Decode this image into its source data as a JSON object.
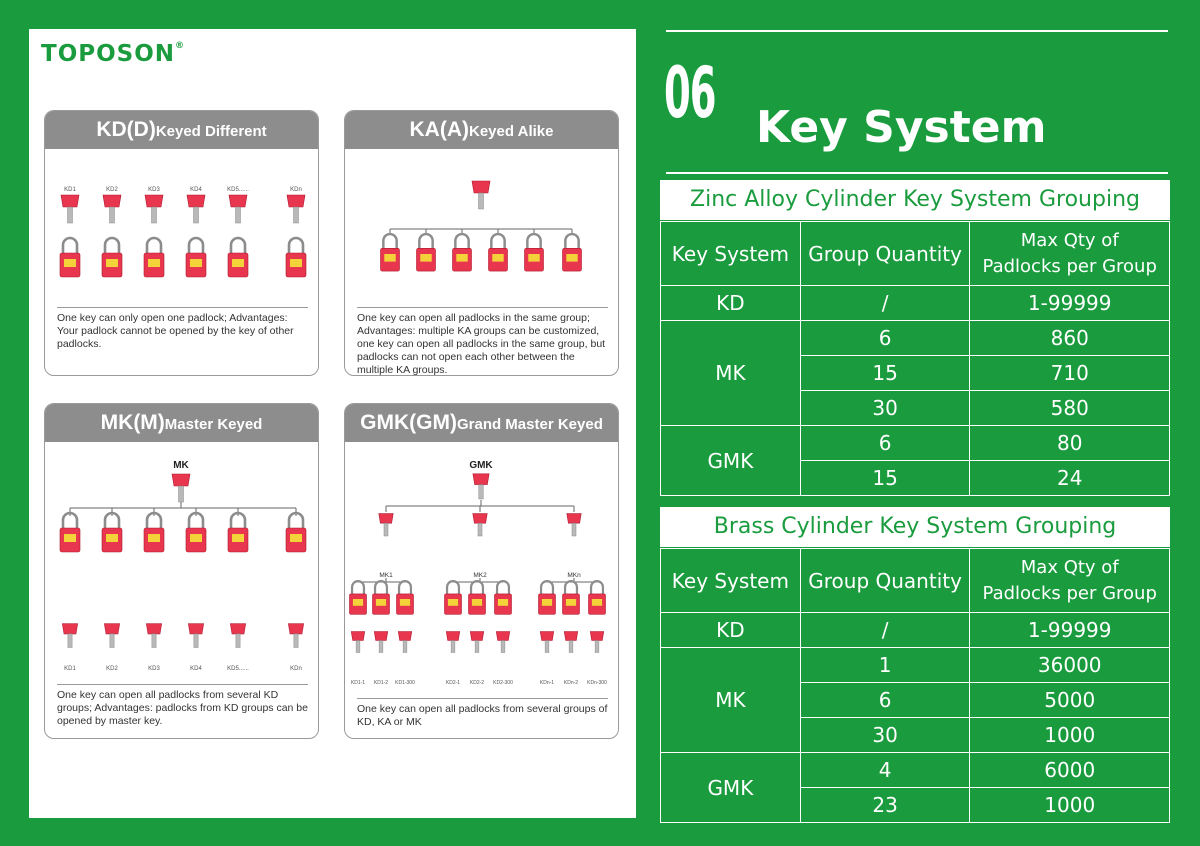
{
  "brand": {
    "logo_text": "TOPOSON",
    "logo_mark": "®"
  },
  "cards": {
    "kd": {
      "code": "KD",
      "letter": "(D)",
      "name": "Keyed Different",
      "key_labels": [
        "KD1",
        "KD2",
        "KD3",
        "KD4",
        "KD5......",
        "KDn"
      ],
      "description": "One key can only open one padlock; Advantages: Your padlock cannot be opened by the key of other padlocks."
    },
    "ka": {
      "code": "KA",
      "letter": "(A)",
      "name": "Keyed Alike",
      "description": "One key can open all padlocks in the same group; Advantages: multiple KA groups can be customized, one key can open all padlocks in the same group, but padlocks can not open each other between the multiple KA groups."
    },
    "mk": {
      "code": "MK",
      "letter": "(M)",
      "name": "Master Keyed",
      "master_label": "MK",
      "key_labels": [
        "KD1",
        "KD2",
        "KD3",
        "KD4",
        "KD5......",
        "KDn"
      ],
      "description": "One key can open all padlocks from several KD groups; Advantages: padlocks from KD groups can be opened by master key."
    },
    "gmk": {
      "code": "GMK",
      "letter": "(GM)",
      "name": "Grand Master Keyed",
      "master_label": "GMK",
      "group_labels": [
        "MK1",
        "MK2",
        "MKn"
      ],
      "key_labels": [
        "KD1-1",
        "KD1-2",
        "KD1-300",
        "KD2-1",
        "KD2-2",
        "KD2-300",
        "KDn-1",
        "KDn-2",
        "KDn-300"
      ],
      "description": "One key can open all padlocks from several groups of KD, KA or MK"
    }
  },
  "heading": {
    "number": "06",
    "title": "Key System"
  },
  "tables": [
    {
      "title": "Zinc Alloy Cylinder Key System Grouping",
      "headers": [
        "Key System",
        "Group Quantity",
        "Max Qty of",
        "Padlocks per Group"
      ],
      "rows": [
        {
          "system": "KD",
          "group": "/",
          "max": "1-99999"
        },
        {
          "system": "MK",
          "group": "6",
          "max": "860"
        },
        {
          "system": "",
          "group": "15",
          "max": "710"
        },
        {
          "system": "",
          "group": "30",
          "max": "580"
        },
        {
          "system": "GMK",
          "group": "6",
          "max": "80"
        },
        {
          "system": "",
          "group": "15",
          "max": "24"
        }
      ]
    },
    {
      "title": "Brass Cylinder Key System Grouping",
      "headers": [
        "Key System",
        "Group Quantity",
        "Max Qty of",
        "Padlocks per Group"
      ],
      "rows": [
        {
          "system": "KD",
          "group": "/",
          "max": "1-99999"
        },
        {
          "system": "MK",
          "group": "1",
          "max": "36000"
        },
        {
          "system": "",
          "group": "6",
          "max": "5000"
        },
        {
          "system": "",
          "group": "30",
          "max": "1000"
        },
        {
          "system": "GMK",
          "group": "4",
          "max": "6000"
        },
        {
          "system": "",
          "group": "23",
          "max": "1000"
        }
      ]
    }
  ],
  "colors": {
    "brand_green": "#1a9c3e",
    "padlock_red": "#e8364f",
    "card_header_gray": "#8d8d8d"
  }
}
